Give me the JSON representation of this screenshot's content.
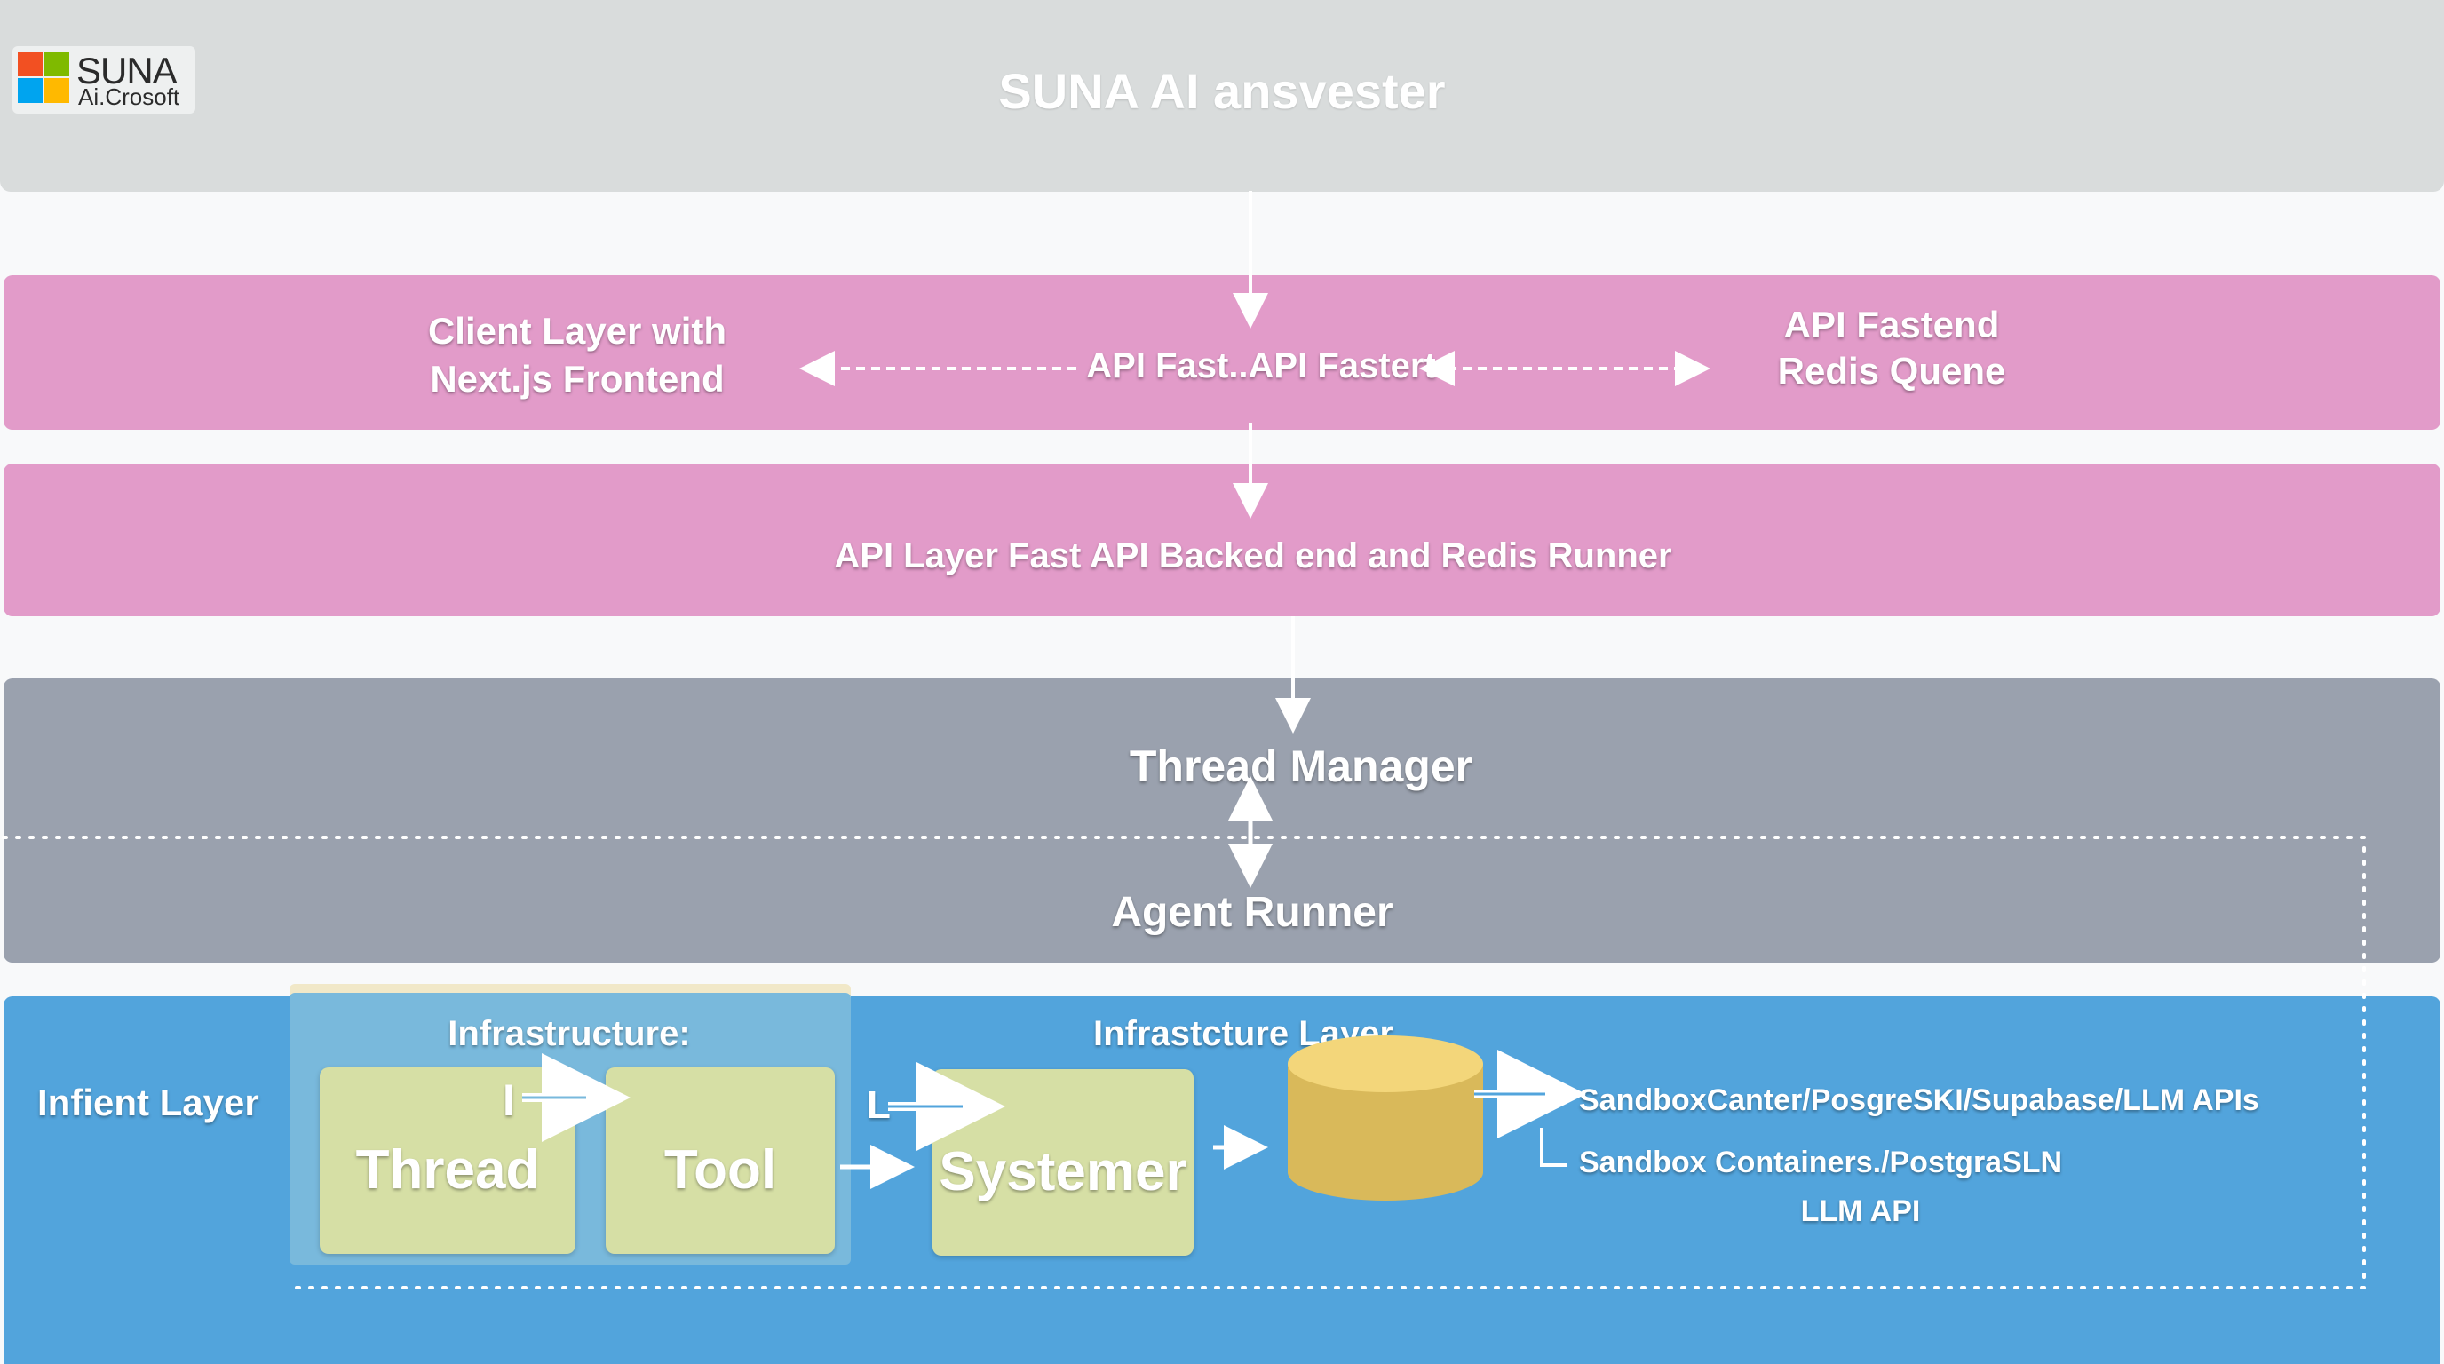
{
  "logo": {
    "name": "SUNA",
    "sub": "Ai.Crosoft",
    "colors": [
      "#f25022",
      "#7fba00",
      "#00a4ef",
      "#ffb900"
    ]
  },
  "header": {
    "title": "SUNA AI ansvester"
  },
  "client_row": {
    "left_line1": "Client Layer with",
    "left_line2": "Next.js  Frontend",
    "center": "API Fast..API Fastert",
    "right_line1": "API Fastend",
    "right_line2": "Redis Quene"
  },
  "api_layer": {
    "label": "API Layer Fast API Backed end and Redis Runner"
  },
  "agent_section": {
    "thread_manager": "Thread Manager",
    "agent_runner": "Agent Runner"
  },
  "infra": {
    "layer_label": "Infient Layer",
    "panel_title": "Infrastructure:",
    "infra_layer_title": "Infrastcture Layer",
    "thread_box": "Thread",
    "tool_box": "Tool",
    "systemer_box": "Systemer",
    "marker_i": "I",
    "marker_l": "L",
    "output_line1": "SandboxCanter/PosgreSKI/Supabase/LLM APIs",
    "output_line2": "Sandbox Containers./PostgraSLN",
    "output_line3": "LLM API"
  },
  "colors": {
    "header": "#d9dcdc",
    "pink": "#e29bc9",
    "gray": "#9aa1ae",
    "blue": "#52a4dc",
    "tan_box": "#d6dfa5",
    "database": "#f3d67a"
  }
}
